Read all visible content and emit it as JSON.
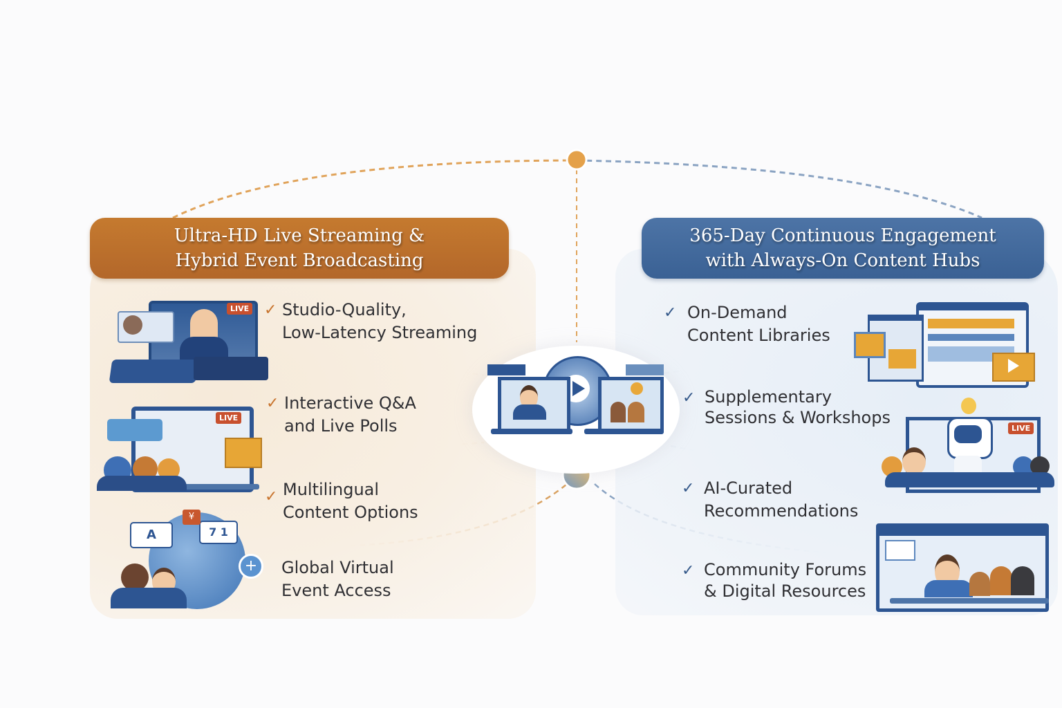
{
  "left_section": {
    "title_line1": "Ultra-HD Live Streaming &",
    "title_line2": "Hybrid Event Broadcasting",
    "accent_color": "#b96c2c",
    "items": [
      {
        "line1": "Studio-Quality,",
        "line2": "Low-Latency Streaming",
        "icon": "check-icon",
        "illustration": "broadcast-studio-illustration",
        "badge": "LIVE"
      },
      {
        "line1": "Interactive Q&A",
        "line2": "and Live Polls",
        "icon": "check-icon",
        "illustration": "live-poll-illustration",
        "badge": "LIVE"
      },
      {
        "line1": "Multilingual",
        "line2": "Content Options",
        "icon": "check-icon",
        "illustration": "multilingual-globe-illustration",
        "bubbles": [
          "A",
          "7 1",
          "¥"
        ]
      },
      {
        "line1": "Global Virtual",
        "line2": "Event Access",
        "icon": "none"
      }
    ]
  },
  "right_section": {
    "title_line1": "365-Day Continuous Engagement",
    "title_line2": "with Always-On Content Hubs",
    "accent_color": "#3d6596",
    "items": [
      {
        "line1": "On-Demand",
        "line2": "Content Libraries",
        "icon": "check-icon",
        "illustration": "content-library-illustration"
      },
      {
        "line1": "Supplementary",
        "line2": "Sessions & Workshops",
        "icon": "check-icon",
        "illustration": "ai-robot-workshop-illustration",
        "badge": "LIVE"
      },
      {
        "line1": "AI-Curated",
        "line2": "Recommendations",
        "icon": "check-icon"
      },
      {
        "line1": "Community Forums",
        "line2": "& Digital Resources",
        "icon": "check-icon",
        "illustration": "community-forum-illustration"
      }
    ]
  },
  "hub": {
    "illustration": "globe-play-hub",
    "icon": "play-icon"
  },
  "colors": {
    "orange": "#c8742e",
    "blue": "#35598a",
    "node_orange": "#e4a14a",
    "background": "#fbfbfc"
  }
}
